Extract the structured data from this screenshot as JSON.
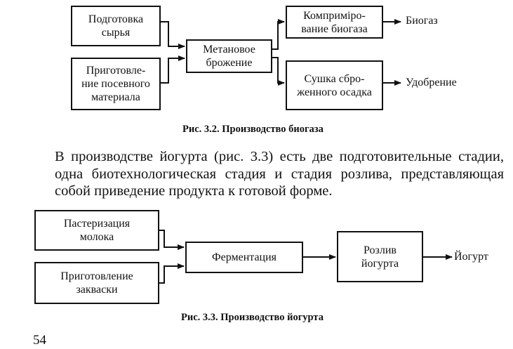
{
  "figure1": {
    "boxes": {
      "raw_material": "Подготовка\nсырья",
      "seed_material": "Приготовле-\nние посевного\nматериала",
      "methane": "Метановое\nброжение",
      "compression": "Комприміро-\nвание биогаза",
      "drying": "Сушка сбро-\nженного осадка"
    },
    "outputs": {
      "biogas": "Биогаз",
      "fertilizer": "Удобрение"
    },
    "caption": "Рис. 3.2. Производство биогаза"
  },
  "paragraph": "В производстве йогурта (рис. 3.3) есть две подготовительные стадии, одна биотехнологическая стадия и стадия розлива, представляющая собой приведение продукта к готовой форме.",
  "figure2": {
    "boxes": {
      "pasteurization": "Пастеризация\nмолока",
      "starter": "Приготовление\nзакваски",
      "fermentation": "Ферментация",
      "bottling": "Розлив\nйогурта"
    },
    "outputs": {
      "yogurt": "Йогурт"
    },
    "caption": "Рис. 3.3. Производство йогурта"
  },
  "page_number": "54"
}
